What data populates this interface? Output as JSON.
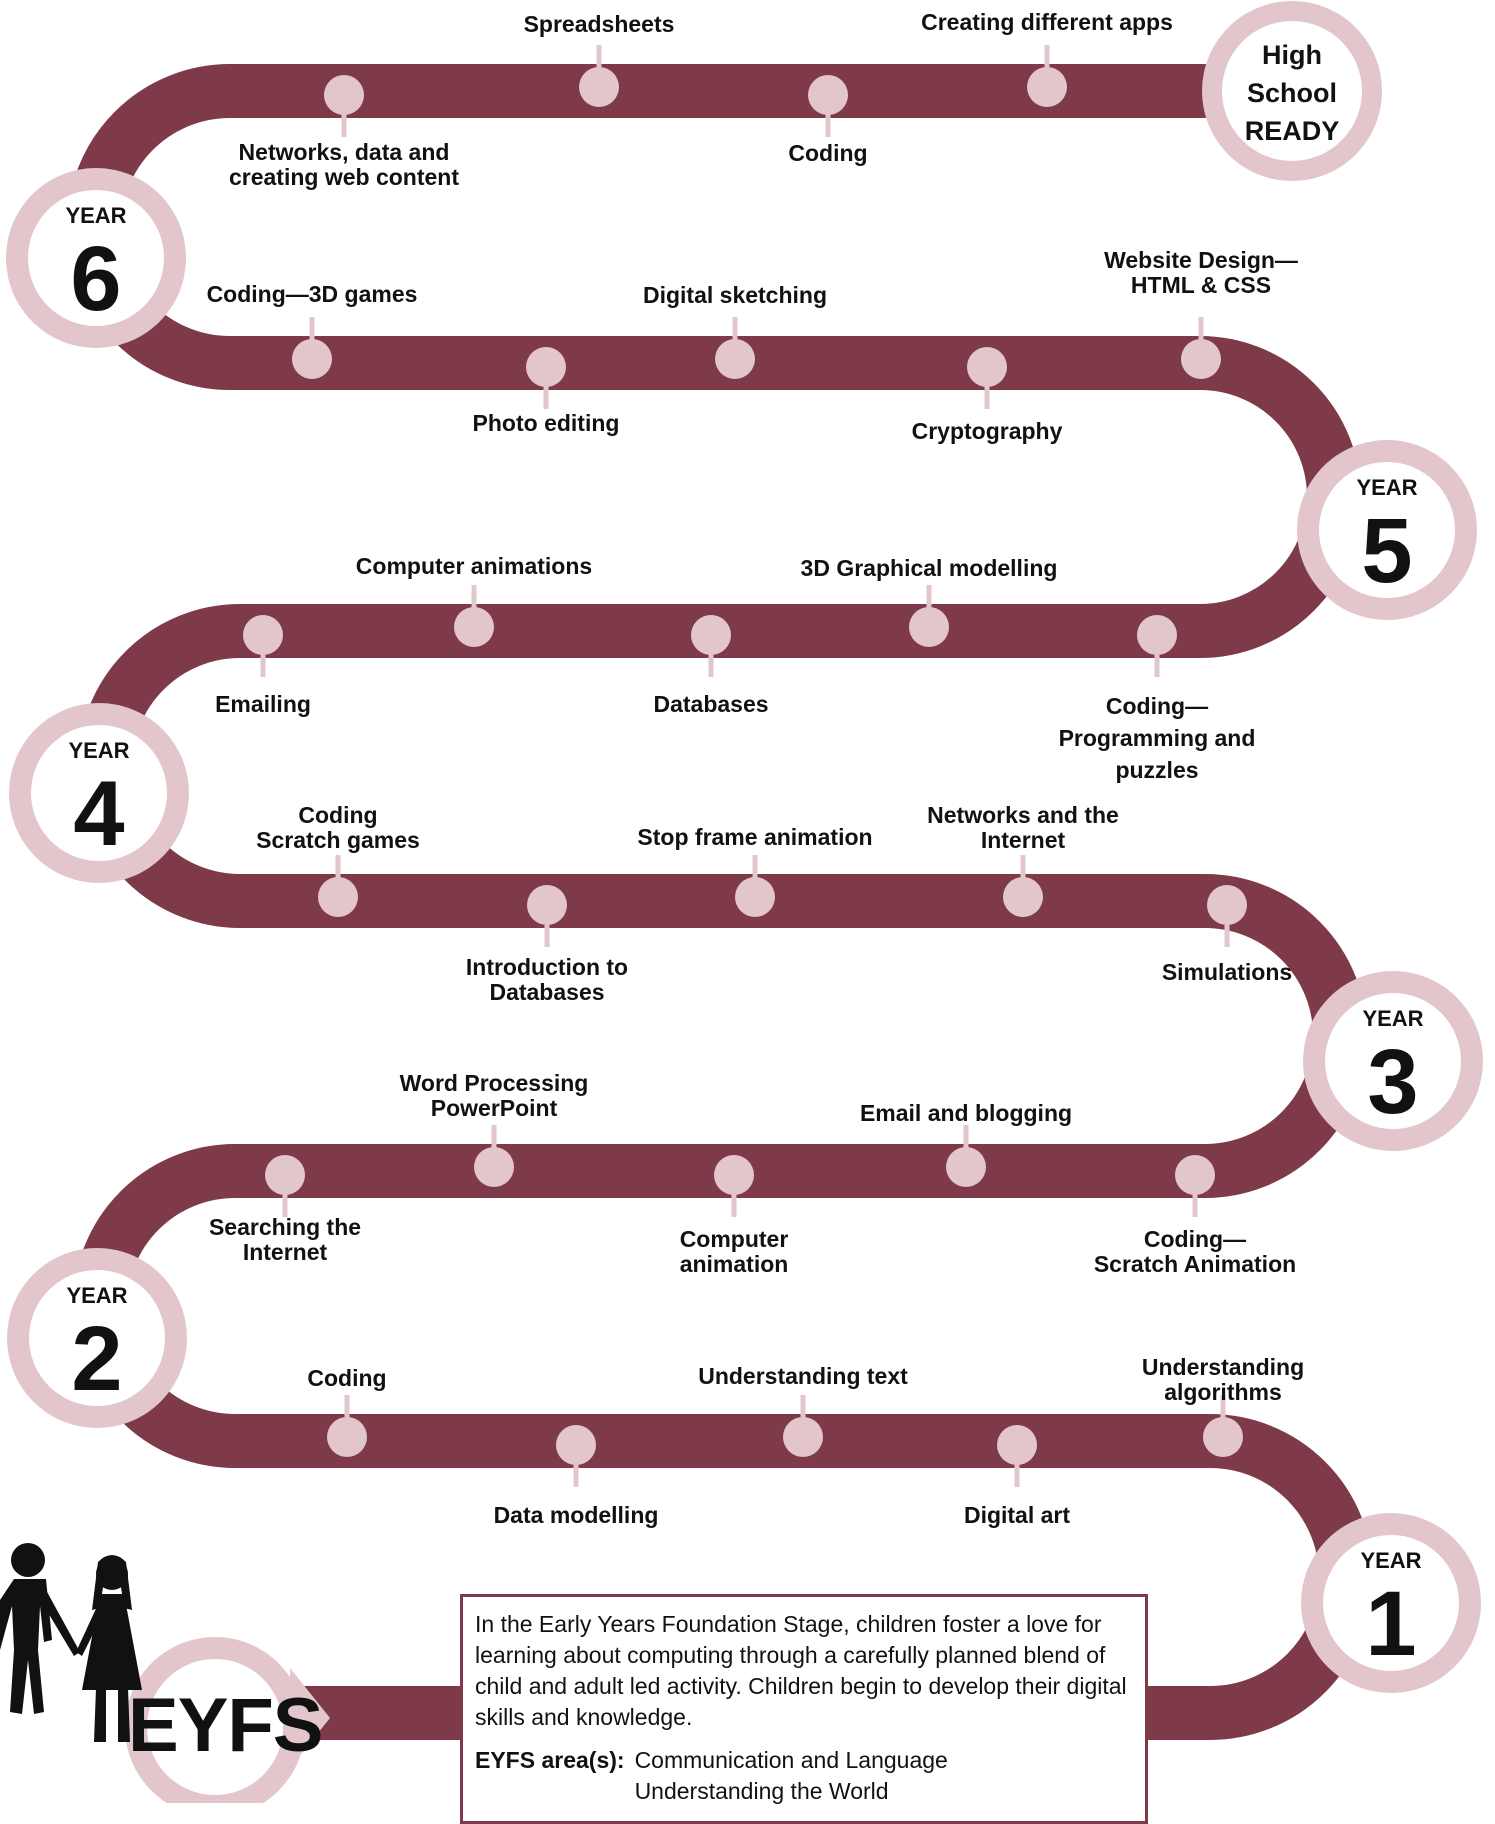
{
  "colors": {
    "road": "#7e3a49",
    "stop": "#e2c6cc",
    "circle": "#e2c6cc",
    "text": "#111111"
  },
  "end": {
    "line1": "High",
    "line2": "School",
    "line3": "READY"
  },
  "years": [
    {
      "word": "YEAR",
      "number": "6"
    },
    {
      "word": "YEAR",
      "number": "5"
    },
    {
      "word": "YEAR",
      "number": "4"
    },
    {
      "word": "YEAR",
      "number": "3"
    },
    {
      "word": "YEAR",
      "number": "2"
    },
    {
      "word": "YEAR",
      "number": "1"
    }
  ],
  "stops": [
    "Spreadsheets",
    "Creating different apps",
    "Networks, data and creating web content",
    "Coding",
    "Coding—3D games",
    "Digital sketching",
    "Website Design— HTML & CSS",
    "Photo editing",
    "Cryptography",
    "Computer animations",
    "3D Graphical modelling",
    "Emailing",
    "Databases",
    "Coding— Programming and puzzles",
    "Coding Scratch games",
    "Stop frame animation",
    "Networks and the Internet",
    "Introduction to Databases",
    "Simulations",
    "Word Processing PowerPoint",
    "Email and blogging",
    "Searching the Internet",
    "Computer animation",
    "Coding— Scratch Animation",
    "Coding",
    "Understanding text",
    "Understanding algorithms",
    "Data modelling",
    "Digital art"
  ],
  "eyfs": {
    "title": "EYFS",
    "description": "In the Early Years Foundation Stage, children foster a love for learning about computing through a carefully planned blend of child and adult led activity.  Children begin to develop their digital skills and knowledge.",
    "areas_label": "EYFS area(s):",
    "areas": [
      "Communication and Language",
      "Understanding the World"
    ]
  }
}
